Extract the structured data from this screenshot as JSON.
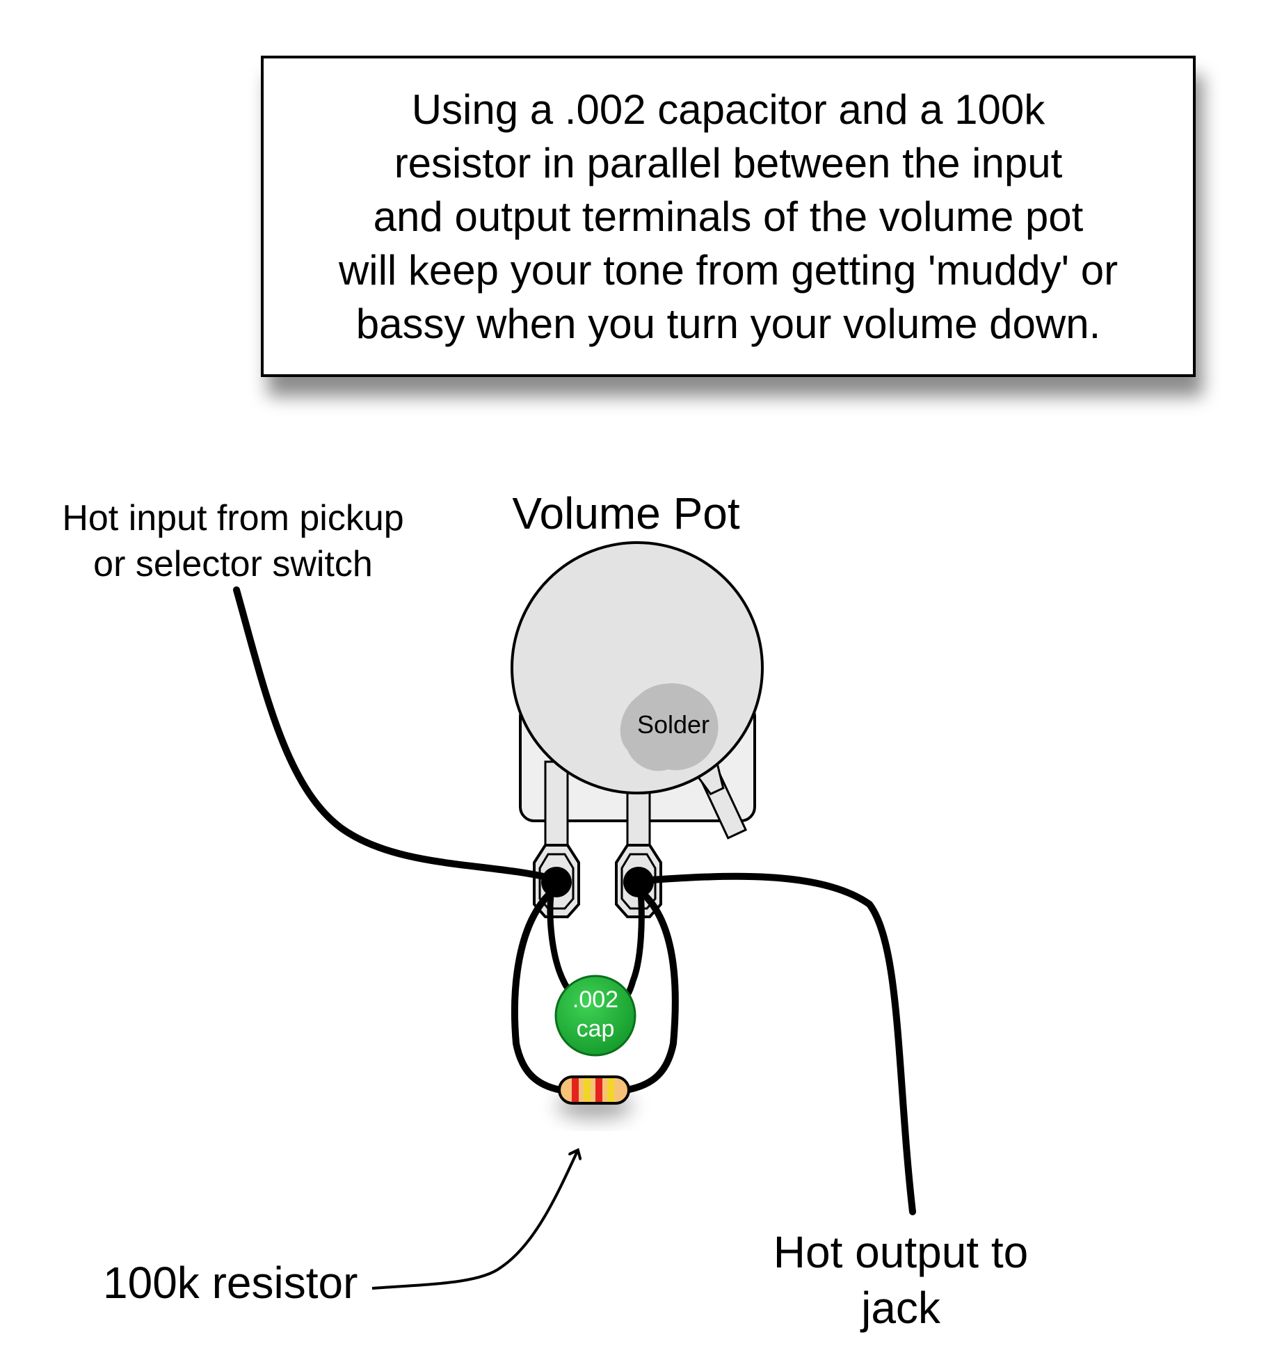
{
  "note": {
    "lines": [
      "Using a .002 capacitor and a 100k",
      "resistor in parallel between the input",
      "and output terminals of the volume pot",
      "will keep your tone from getting 'muddy' or",
      "bassy when you turn your volume down."
    ]
  },
  "labels": {
    "input": [
      "Hot input from pickup",
      "or selector switch"
    ],
    "pot": "Volume Pot",
    "solder": "Solder",
    "cap": [
      ".002",
      "cap"
    ],
    "resistor": "100k resistor",
    "output": [
      "Hot output to",
      "jack"
    ]
  },
  "colors": {
    "pot_body": "#e3e3e3",
    "solder": "#bdbdbd",
    "cap": "#22b43a",
    "resistor_body": "#f6c277",
    "resistor_band_red": "#e4231f",
    "resistor_band_yellow": "#f2d52a",
    "wire": "#000000"
  }
}
